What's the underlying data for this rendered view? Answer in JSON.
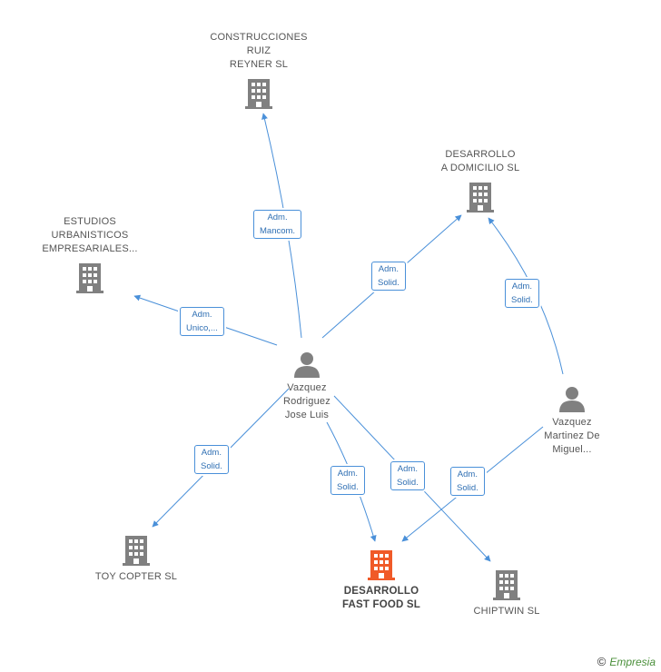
{
  "colors": {
    "edge": "#4a90d9",
    "building": "#808080",
    "building_main": "#f05a28",
    "person": "#808080"
  },
  "nodes": {
    "construcciones": {
      "lines": [
        "CONSTRUCCIONES",
        "RUIZ",
        "REYNER SL"
      ],
      "icon": "building-icon"
    },
    "desarrollo_domicilio": {
      "lines": [
        "DESARROLLO",
        "A DOMICILIO SL"
      ],
      "icon": "building-icon"
    },
    "estudios": {
      "lines": [
        "ESTUDIOS",
        "URBANISTICOS",
        "EMPRESARIALES..."
      ],
      "icon": "building-icon"
    },
    "vazquez_jose": {
      "lines": [
        "Vazquez",
        "Rodriguez",
        "Jose Luis"
      ],
      "icon": "person-icon"
    },
    "vazquez_miguel": {
      "lines": [
        "Vazquez",
        "Martinez De",
        "Miguel..."
      ],
      "icon": "person-icon"
    },
    "toy_copter": {
      "lines": [
        "TOY COPTER SL"
      ],
      "icon": "building-icon"
    },
    "desarrollo_fast_food": {
      "lines": [
        "DESARROLLO",
        "FAST FOOD SL"
      ],
      "icon": "building-icon"
    },
    "chiptwin": {
      "lines": [
        "CHIPTWIN  SL"
      ],
      "icon": "building-icon"
    }
  },
  "badges": {
    "mancom": [
      "Adm.",
      "Mancom."
    ],
    "solid_domicilio_jose": [
      "Adm.",
      "Solid."
    ],
    "unico": [
      "Adm.",
      "Unico,..."
    ],
    "solid_domicilio_miguel": [
      "Adm.",
      "Solid."
    ],
    "solid_toy": [
      "Adm.",
      "Solid."
    ],
    "solid_fastfood_jose": [
      "Adm.",
      "Solid."
    ],
    "solid_chiptwin": [
      "Adm.",
      "Solid."
    ],
    "solid_fastfood_miguel": [
      "Adm.",
      "Solid."
    ]
  },
  "brand": {
    "copyright": "©",
    "name": "Empresia"
  }
}
